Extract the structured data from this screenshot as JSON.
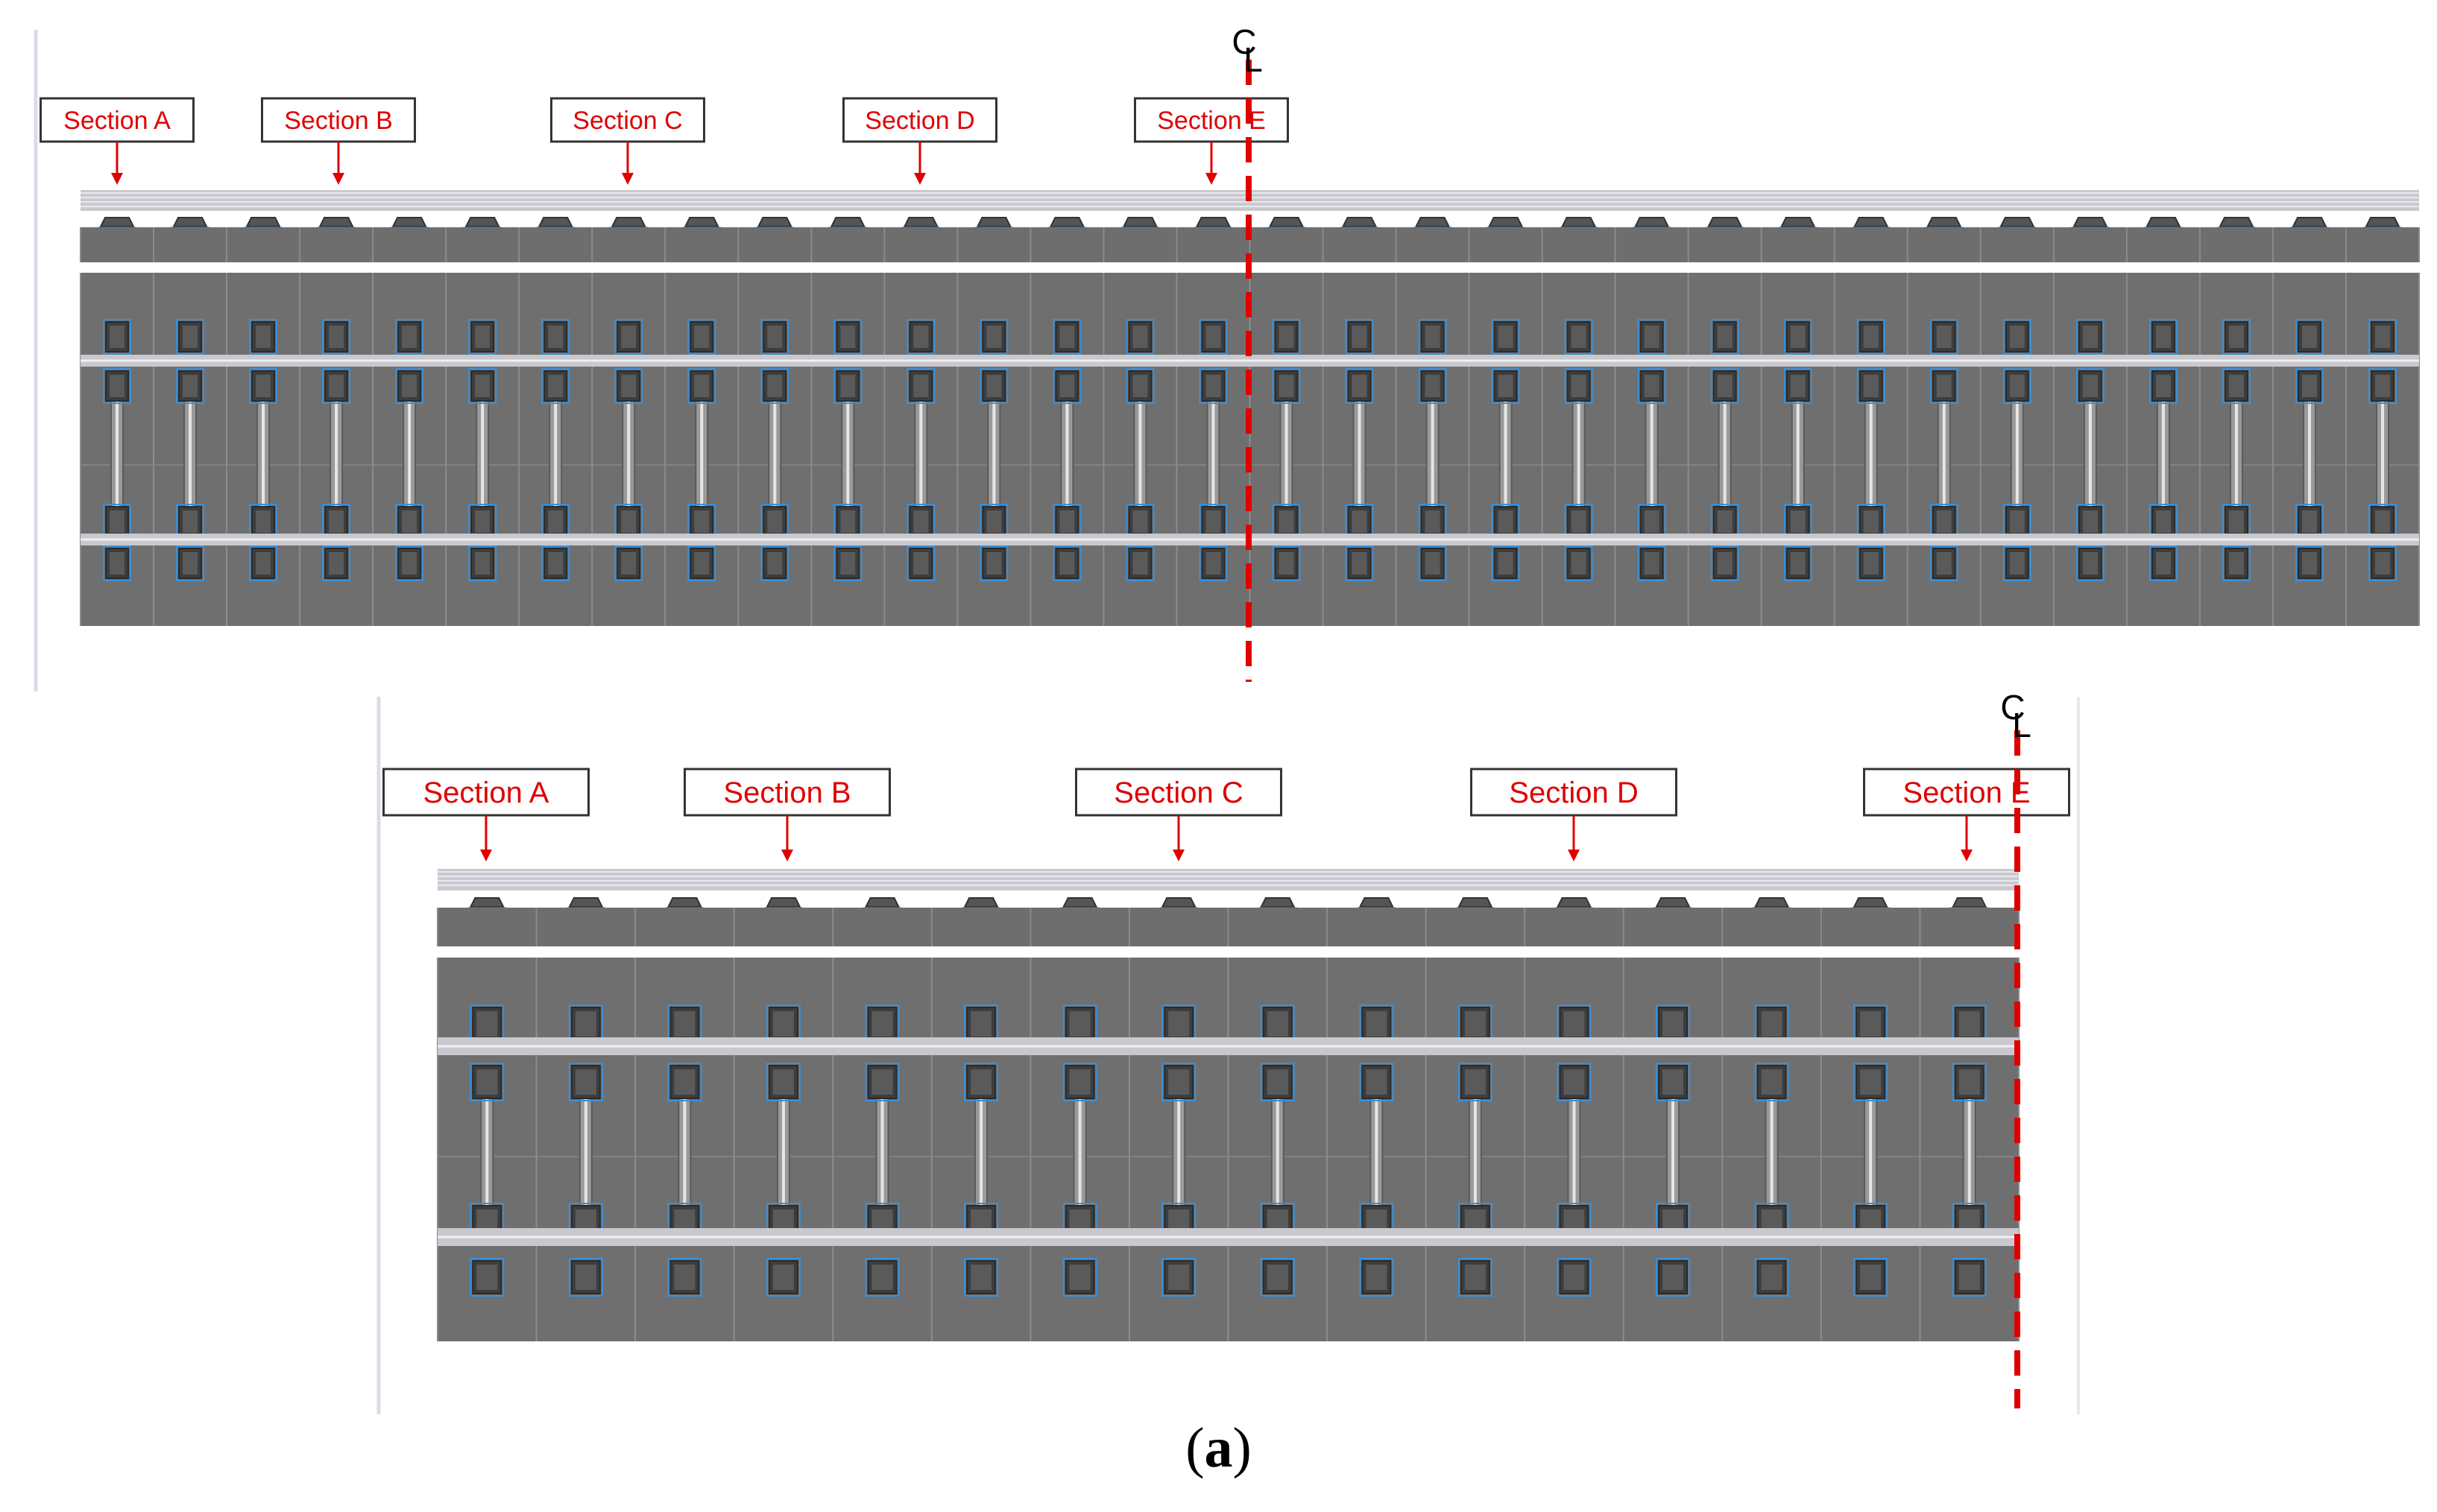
{
  "panels": [
    {
      "id": "top",
      "sections": [
        "Section A",
        "Section B",
        "Section C",
        "Section D",
        "Section E"
      ],
      "centerline_symbol": "C",
      "centerline_subscript": "L",
      "sleepers": 32
    },
    {
      "id": "bottom",
      "sections": [
        "Section A",
        "Section B",
        "Section C",
        "Section D",
        "Section E"
      ],
      "centerline_symbol": "C",
      "centerline_subscript": "L",
      "sleepers": 16
    }
  ],
  "caption": {
    "open": "(",
    "letter": "a",
    "close": ")"
  },
  "colors": {
    "label_red": "#e00000",
    "track_gray": "#6e6e6e",
    "centerline_red": "#e00000",
    "fastener_blue": "#3a8fd6"
  }
}
